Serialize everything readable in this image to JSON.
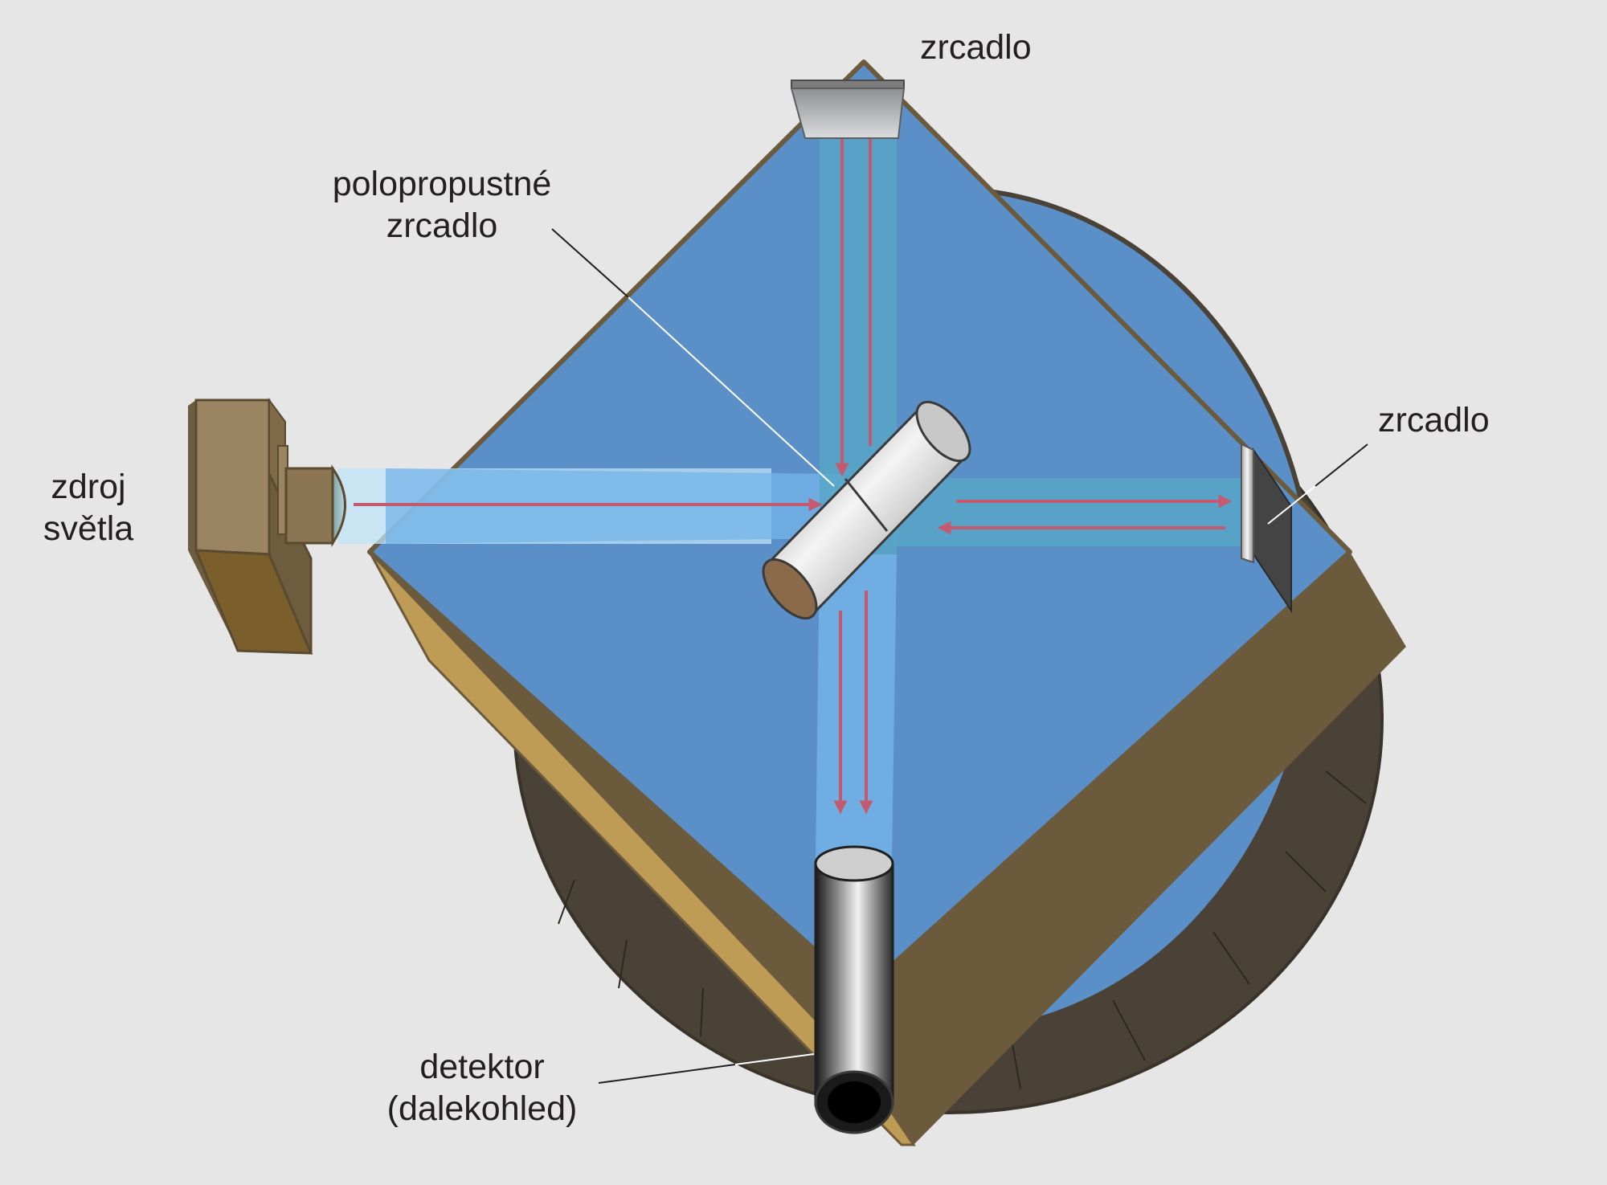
{
  "labels": {
    "mirror_top": "zrcadlo",
    "mirror_right": "zrcadlo",
    "beam_splitter": [
      "polopropustné",
      "zrcadlo"
    ],
    "light_source": [
      "zdroj",
      "světla"
    ],
    "detector": [
      "detektor",
      "(dalekohled)"
    ]
  },
  "colors": {
    "background": "#e6e6e6",
    "table_top": "#5b8fc8",
    "table_rim": "#4a4237",
    "slab_dark_edge": "#6b5b3c",
    "slab_light_edge": "#bf9c55",
    "light_beam": "#74b4e8",
    "ray_arrow": "#c45a6e",
    "source_body": "#9b8462"
  },
  "icons": {
    "source": "lamp-box-icon",
    "splitter": "half-silvered-mirror-icon",
    "detector": "telescope-tube-icon",
    "mirror": "flat-mirror-icon"
  }
}
